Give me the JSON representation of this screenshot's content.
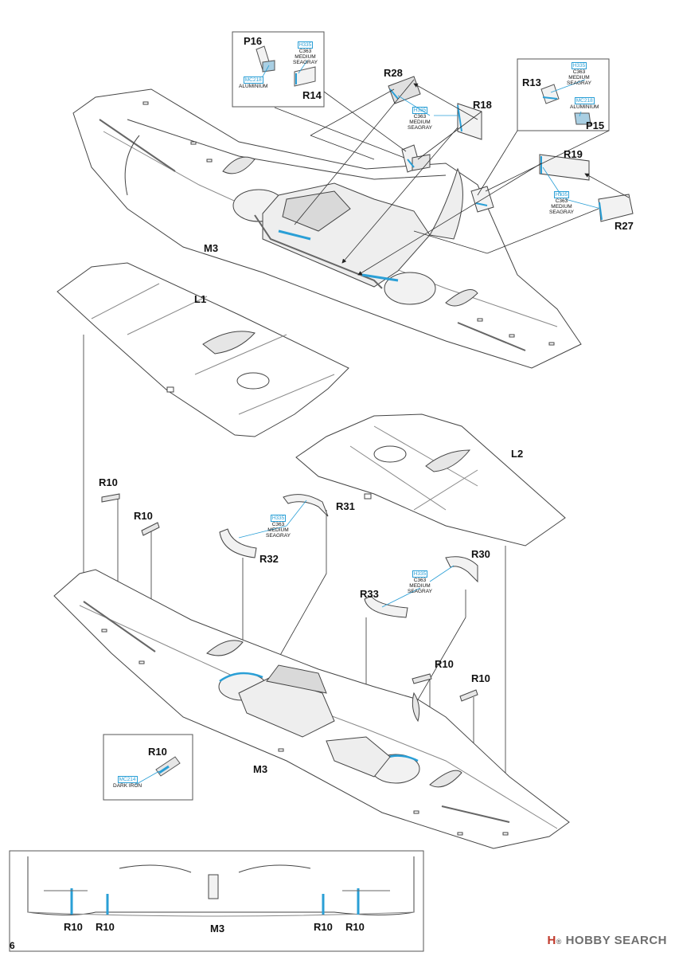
{
  "page_number": "6",
  "watermark": {
    "logo_text": "H",
    "text": "HOBBY SEARCH",
    "trademark": "®"
  },
  "parts": {
    "P16": "P16",
    "R14": "R14",
    "R28": "R28",
    "R18": "R18",
    "R13": "R13",
    "P15": "P15",
    "R19": "R19",
    "R27": "R27",
    "M3_top": "M3",
    "L1": "L1",
    "L2": "L2",
    "R10_a": "R10",
    "R10_b": "R10",
    "R31": "R31",
    "R32": "R32",
    "R30": "R30",
    "R33": "R33",
    "R10_c": "R10",
    "R10_d": "R10",
    "R10_inset": "R10",
    "M3_bottom": "M3",
    "R10_s1": "R10",
    "R10_s2": "R10",
    "M3_strip": "M3",
    "R10_s3": "R10",
    "R10_s4": "R10"
  },
  "colors": {
    "c1": {
      "code": "H335",
      "l1": "C363",
      "l2": "MEDIUM",
      "l3": "SEAGRAY"
    },
    "c2": {
      "code": "MC218",
      "l1": "ALUMINIUM"
    },
    "c3": {
      "code": "H335",
      "l1": "C363",
      "l2": "MEDIUM",
      "l3": "SEAGRAY"
    },
    "c4": {
      "code": "H335",
      "l1": "C363",
      "l2": "MEDIUM",
      "l3": "SEAGRAY"
    },
    "c5": {
      "code": "MC218",
      "l1": "ALUMINIUM"
    },
    "c6": {
      "code": "H335",
      "l1": "C363",
      "l2": "MEDIUM",
      "l3": "SEAGRAY"
    },
    "c7": {
      "code": "H335",
      "l1": "C363",
      "l2": "MEDIUM",
      "l3": "SEAGRAY"
    },
    "c8": {
      "code": "H335",
      "l1": "C363",
      "l2": "MEDIUM",
      "l3": "SEAGRAY"
    },
    "c9": {
      "code": "MC214",
      "l1": "DARK IRON"
    }
  },
  "style": {
    "line": "#444444",
    "fill": "#ffffff",
    "shade": "#e6e6e6",
    "highlight": "#2a9fd6",
    "part_tint": "#a9cfe3"
  }
}
